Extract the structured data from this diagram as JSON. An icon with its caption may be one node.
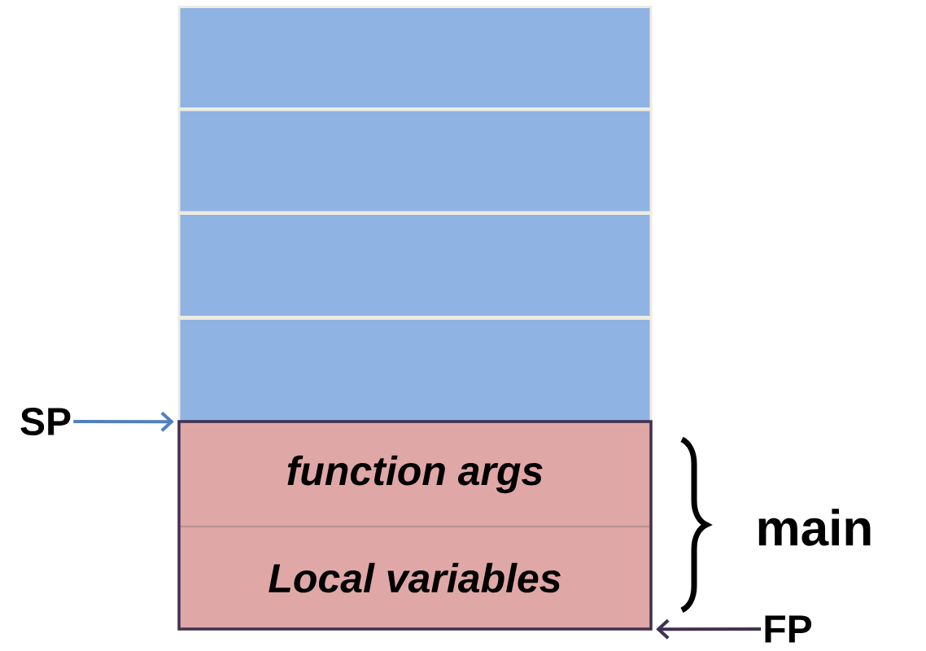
{
  "diagram": {
    "nodes": [
      {
        "text": [],
        "shape": "box"
      },
      {
        "text": [],
        "shape": "box"
      },
      {
        "text": [],
        "shape": "box"
      },
      {
        "text": [],
        "shape": "box"
      },
      {
        "text": [
          "SP"
        ]
      },
      {
        "text": [
          "*function args*"
        ]
      },
      {
        "text": [
          "*Local variables*"
        ]
      },
      {
        "text": [
          "FP"
        ]
      }
    ],
    "edges": [
      {
        "from": 4,
        "to": 5,
        "arrow": "to",
        "color": "#4f81bd"
      },
      {
        "from": 7,
        "to": 6,
        "arrow": "to",
        "color": "#403152"
      }
    ],
    "labels": [
      "main"
    ]
  }
}
